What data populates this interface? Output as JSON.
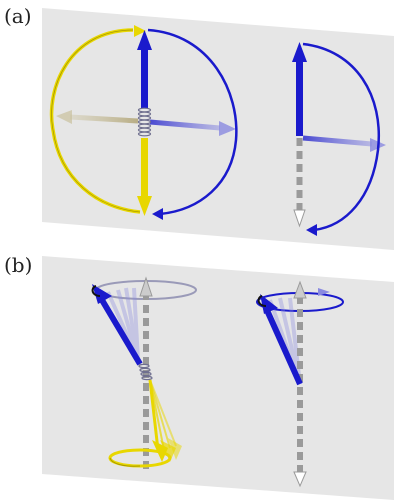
{
  "figure": {
    "panels": [
      {
        "id": "a",
        "label": "(a)"
      },
      {
        "id": "b",
        "label": "(b)"
      }
    ],
    "colors": {
      "plane": "#e6e6e6",
      "blue": "#1a1acc",
      "blue_light": "#8a8ae0",
      "yellow": "#e8d700",
      "yellow_dark": "#a89a00",
      "tan": "#b8ad85",
      "grey_dash": "#9a9a9a",
      "spring": "#6f6f8f"
    }
  }
}
